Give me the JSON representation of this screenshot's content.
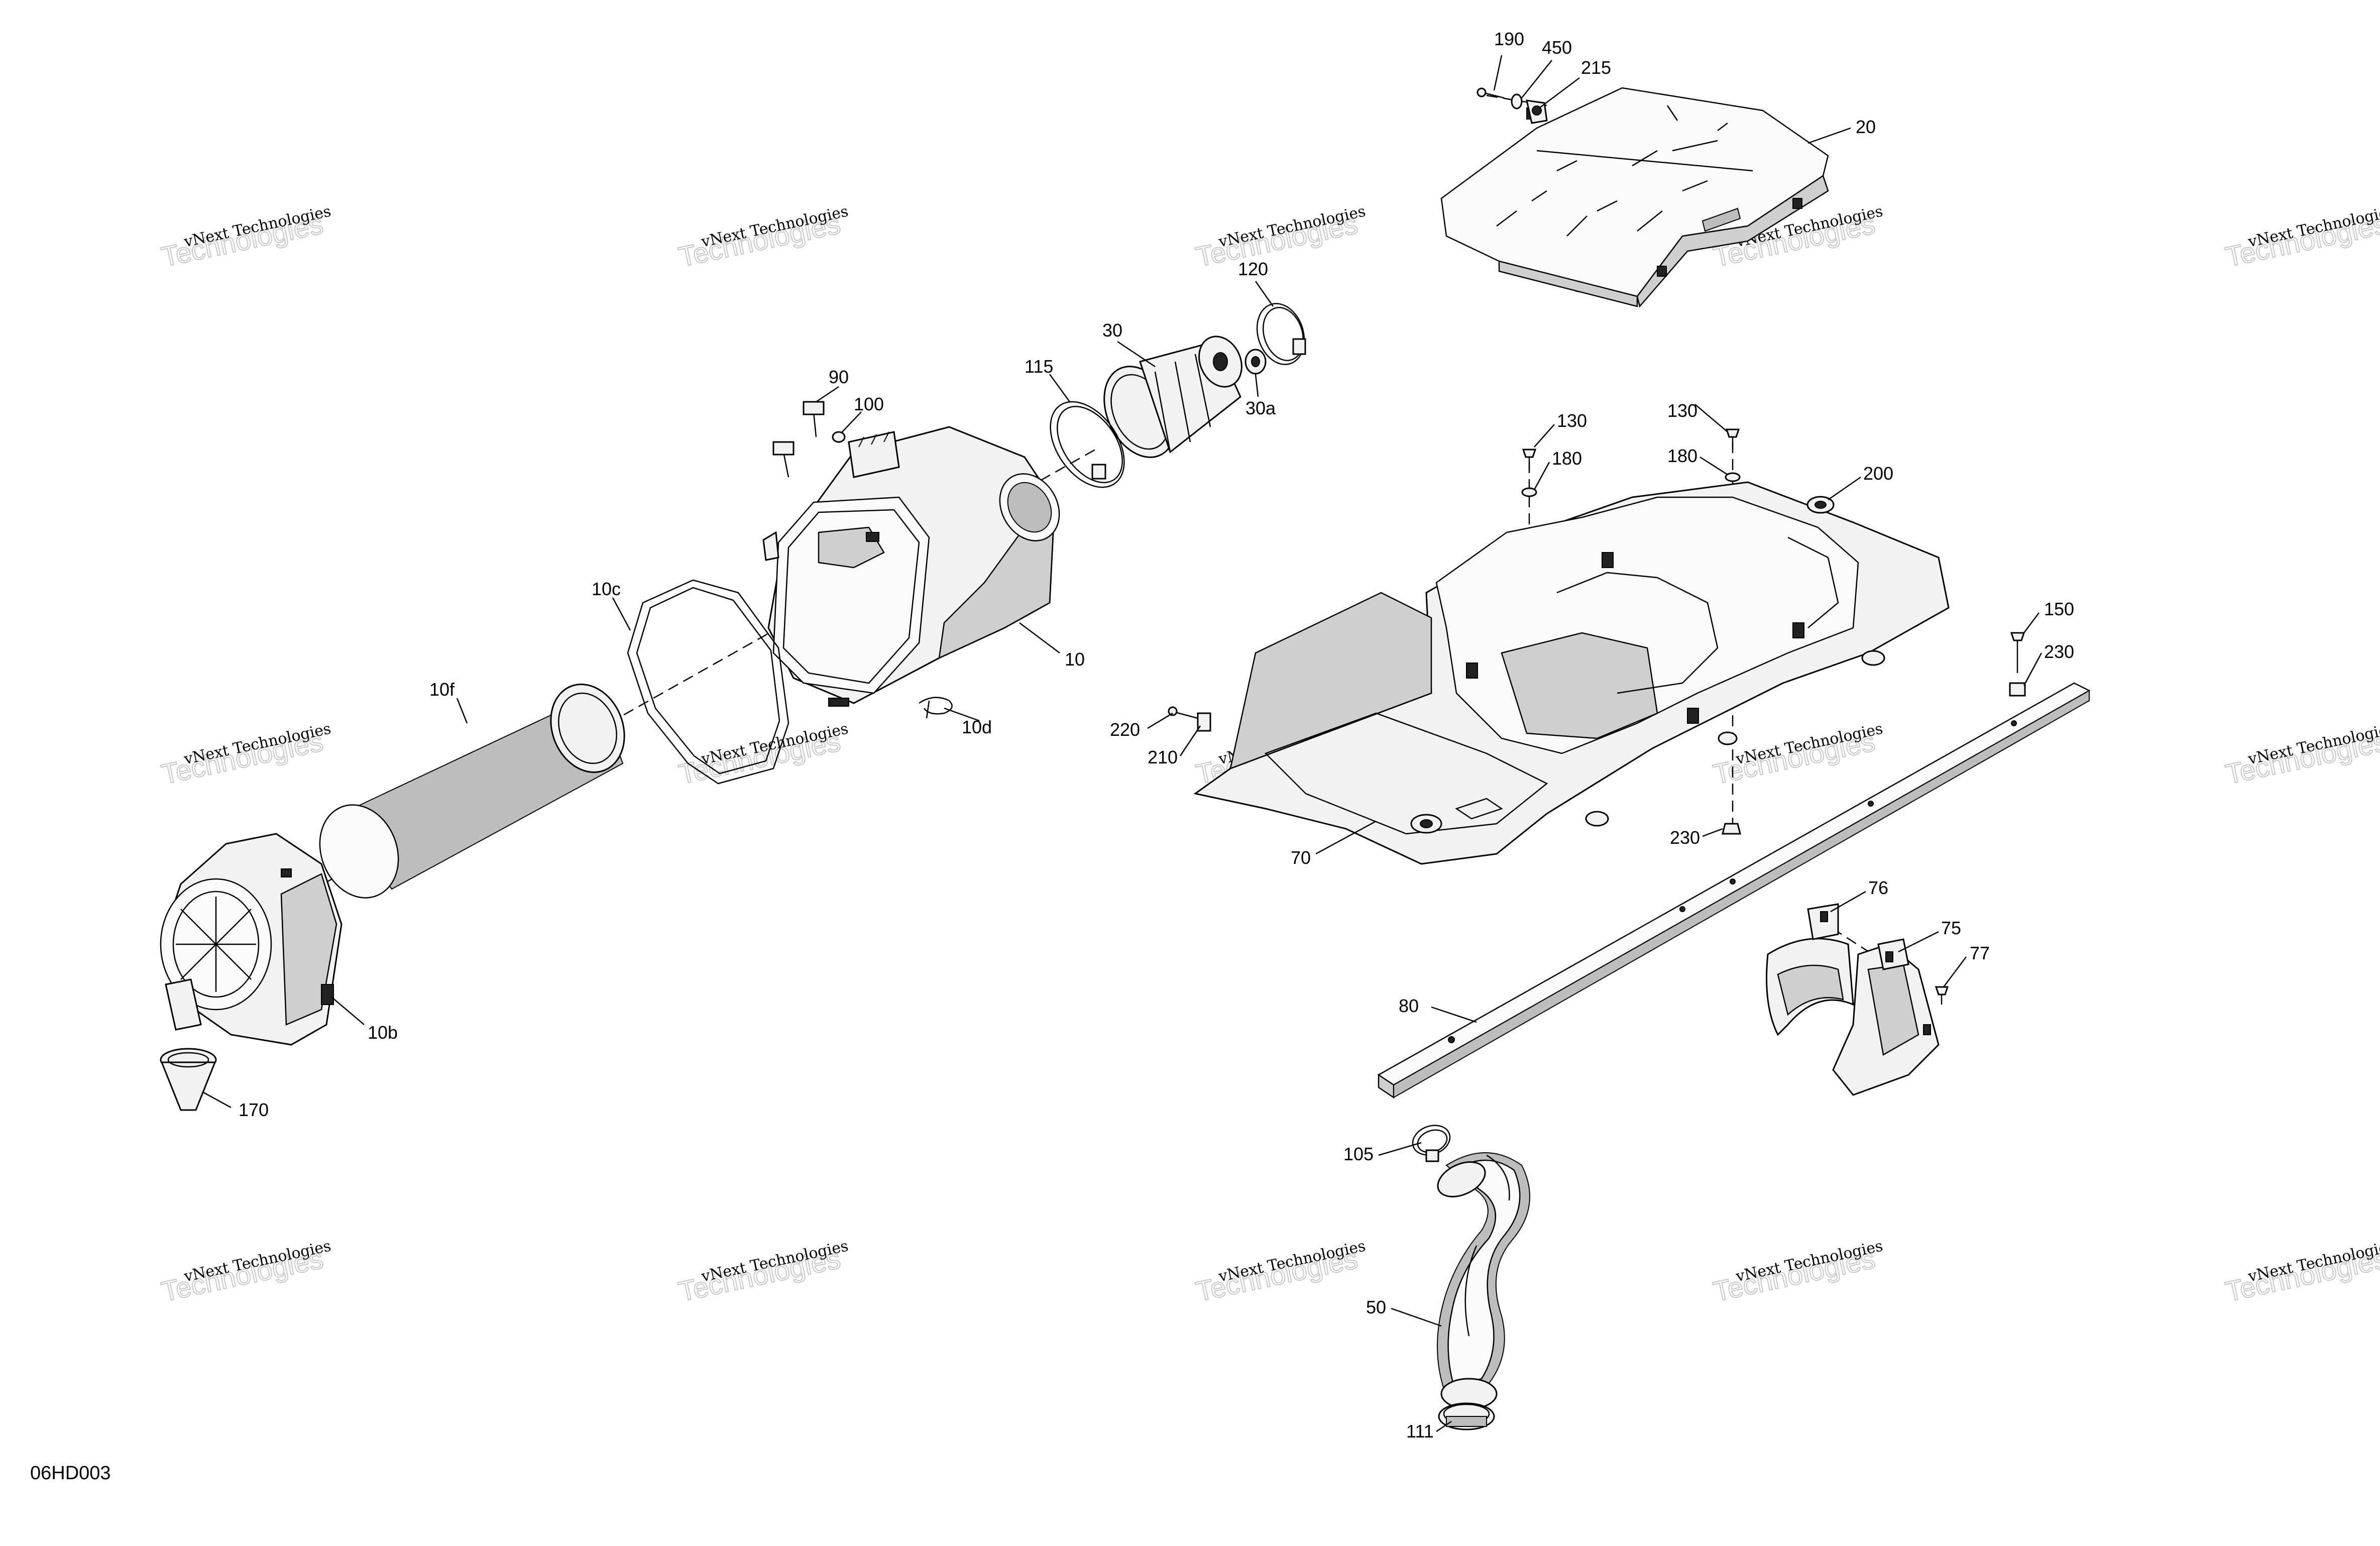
{
  "diagram": {
    "code": "06HD003"
  },
  "watermark": {
    "line1": "vNext Technologies",
    "line2": "Technologies"
  },
  "callouts": {
    "c190": "190",
    "c450": "450",
    "c215": "215",
    "c20": "20",
    "c120": "120",
    "c30": "30",
    "c30a": "30a",
    "c115": "115",
    "c90": "90",
    "c100": "100",
    "c10c": "10c",
    "c10": "10",
    "c10f": "10f",
    "c10d": "10d",
    "c10b": "10b",
    "c170": "170",
    "c130a": "130",
    "c130b": "130",
    "c180a": "180",
    "c180b": "180",
    "c200": "200",
    "c150": "150",
    "c230a": "230",
    "c230b": "230",
    "c220": "220",
    "c210": "210",
    "c70": "70",
    "c76": "76",
    "c75": "75",
    "c77": "77",
    "c80": "80",
    "c105": "105",
    "c50": "50",
    "c111": "111"
  }
}
